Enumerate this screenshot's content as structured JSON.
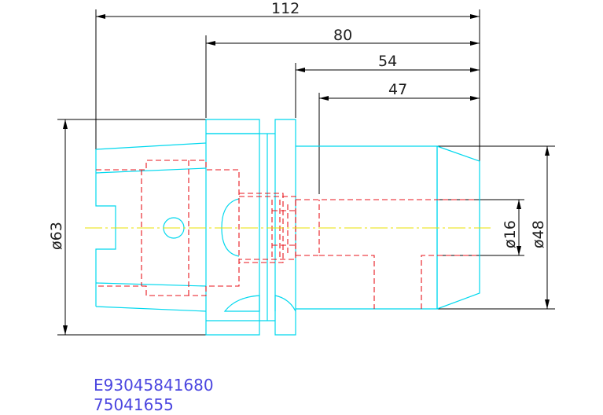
{
  "dimensions": {
    "length_total": "112",
    "length_80": "80",
    "length_54": "54",
    "length_47": "47",
    "diameter_63": "ø63",
    "diameter_16": "ø16",
    "diameter_48": "ø48"
  },
  "part_codes": [
    "E93045841680",
    "75041655"
  ],
  "colors": {
    "outline": "#00d8ee",
    "hidden": "#e8141c",
    "centerline": "#e8e000",
    "dimension": "#000000",
    "code_text": "#4b46e0"
  }
}
